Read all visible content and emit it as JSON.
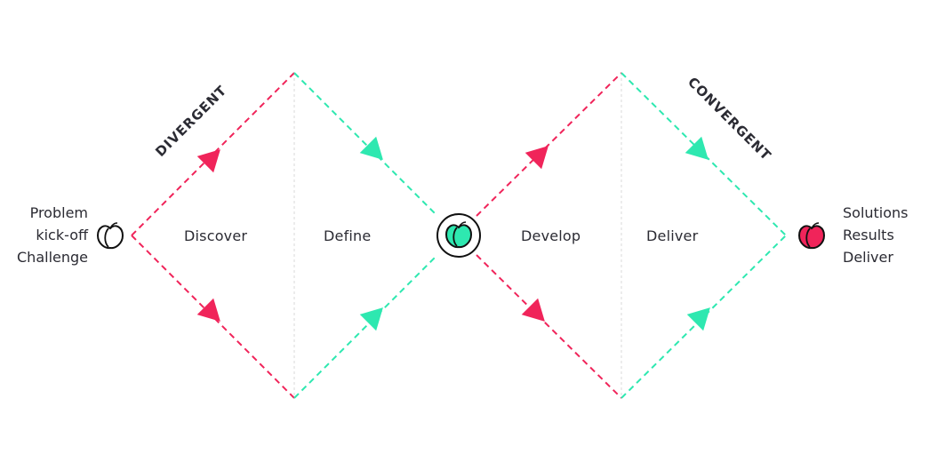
{
  "phases": [
    "Discover",
    "Define",
    "Develop",
    "Deliver"
  ],
  "labels": {
    "divergent": "DIVERGENT",
    "convergent": "CONVERGENT"
  },
  "start": {
    "lines": [
      "Problem",
      "kick-off",
      "Challenge"
    ]
  },
  "end": {
    "lines": [
      "Solutions",
      "Results",
      "Deliver"
    ]
  },
  "colors": {
    "divergent": "#f0245a",
    "convergent": "#2ee8b0",
    "divider": "#d8d8d8",
    "text": "#2b2b33",
    "outline": "#111111"
  },
  "icons": {
    "start": "peach-outline-icon",
    "midpoint": "peach-green-icon",
    "end": "peach-red-icon"
  }
}
